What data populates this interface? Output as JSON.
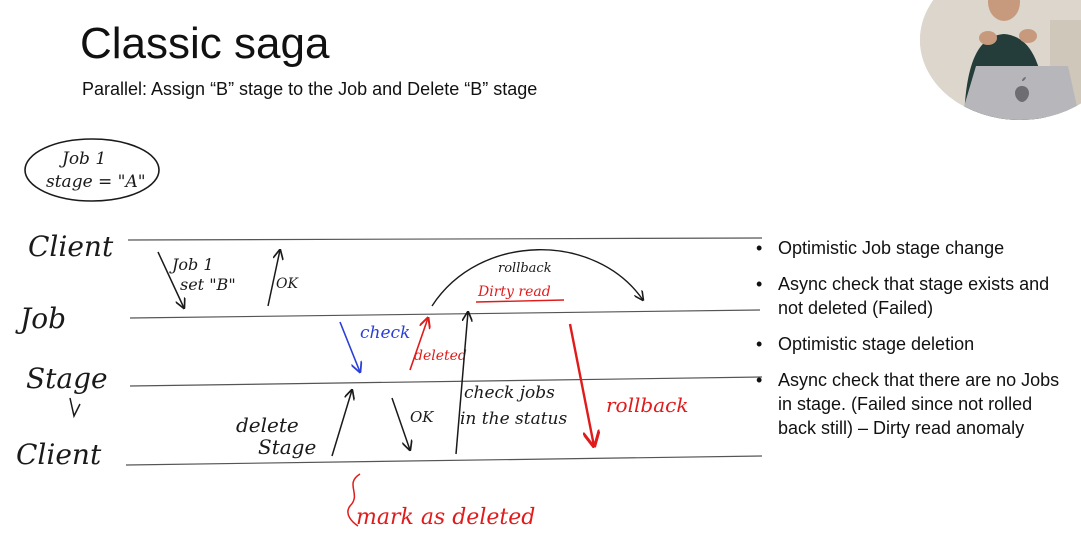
{
  "slide": {
    "title": "Classic saga",
    "subtitle": "Parallel: Assign “B” stage to the Job and Delete “B” stage"
  },
  "diagram": {
    "state_box": {
      "line1": "Job 1",
      "line2": "stage = \"A\""
    },
    "lanes": {
      "client_top": "Client",
      "job": "Job",
      "stage": "Stage",
      "client_bottom": "Client"
    },
    "annotations": {
      "job1_set_b_line1": "Job 1",
      "job1_set_b_line2": "set \"B\"",
      "ok_top": "OK",
      "rollback_small": "rollback",
      "dirty_read": "Dirty read",
      "check": "check",
      "deleted": "deleted",
      "rollback_red": "rollback",
      "delete_stage_line1": "delete",
      "delete_stage_line2": "Stage",
      "ok_bottom": "OK",
      "check_jobs_line1": "check jobs",
      "check_jobs_line2": "in the status",
      "mark_as_deleted": "mark as deleted"
    },
    "colors": {
      "ink": "#1a1a1a",
      "blue": "#2a3fd6",
      "red": "#e01b1b",
      "lane_line": "#555555"
    }
  },
  "bullets": [
    "Optimistic Job stage change",
    "Async check that stage exists and not deleted (Failed)",
    "Optimistic stage deletion",
    "Async check that there are no Jobs in stage. (Failed since not rolled back still) – Dirty read anomaly"
  ],
  "webcam": {
    "icon": "apple-logo-icon"
  }
}
